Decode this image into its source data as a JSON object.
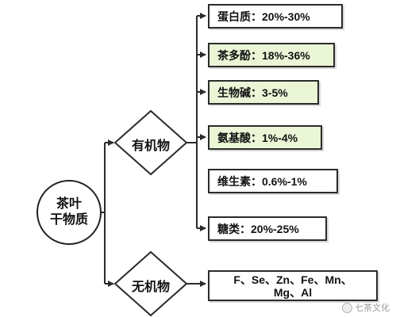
{
  "root": {
    "line1": "茶叶",
    "line2": "干物质"
  },
  "organic": {
    "label": "有机物"
  },
  "inorganic": {
    "label": "无机物"
  },
  "organic_items": [
    {
      "text": "蛋白质：20%-30%",
      "highlight": false
    },
    {
      "text": "茶多酚：18%-36%",
      "highlight": true
    },
    {
      "text": "生物碱：3-5%",
      "highlight": true
    },
    {
      "text": "氨基酸：1%-4%",
      "highlight": true
    },
    {
      "text": "维生素：0.6%-1%",
      "highlight": false
    },
    {
      "text": "糖类：20%-25%",
      "highlight": false
    }
  ],
  "inorganic_item": {
    "line1": "F、Se、Zn、Fe、Mn、",
    "line2": "Mg、Al"
  },
  "watermark": {
    "text": "七茶文化"
  },
  "colors": {
    "stroke": "#2b2b2b",
    "highlight_fill": "#eaf6d6",
    "text": "#111111"
  }
}
